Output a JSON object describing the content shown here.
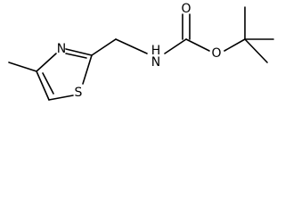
{
  "molecule": {
    "atoms": {
      "ring_nitrogen": "N",
      "sulfur": "S",
      "amide_nitrogen_h": "H",
      "amide_nitrogen": "N",
      "carbonyl_oxygen": "O",
      "ester_oxygen": "O"
    }
  },
  "colors": {
    "bond": "#000000",
    "background": "#ffffff"
  }
}
